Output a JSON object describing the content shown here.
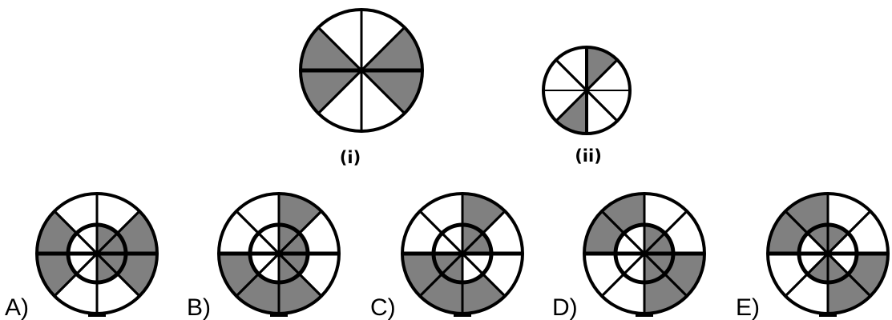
{
  "figures": [
    {
      "id": "i",
      "label": "(i)",
      "cross_line": "horizontal",
      "shaded_sectors": [
        1,
        2,
        5,
        6
      ]
    },
    {
      "id": "ii",
      "label": "(ii)",
      "cross_line": "vertical",
      "shaded_sectors": [
        0,
        4
      ]
    }
  ],
  "options": [
    {
      "id": "A",
      "label": "A)",
      "outer_shaded": [
        1,
        2,
        5,
        6
      ],
      "inner_shaded": [
        0,
        1,
        2,
        3
      ]
    },
    {
      "id": "B",
      "label": "B)",
      "outer_shaded": [
        0,
        3,
        4,
        5
      ],
      "inner_shaded": [
        0,
        1,
        2,
        3
      ]
    },
    {
      "id": "C",
      "label": "C)",
      "outer_shaded": [
        0,
        3,
        4,
        5
      ],
      "inner_shaded": [
        0,
        1,
        4,
        5
      ]
    },
    {
      "id": "D",
      "label": "D)",
      "outer_shaded": [
        2,
        3,
        6,
        7
      ],
      "inner_shaded": [
        0,
        1,
        2,
        3
      ]
    },
    {
      "id": "E",
      "label": "E)",
      "outer_shaded": [
        2,
        3,
        6,
        7
      ],
      "inner_shaded": [
        0,
        3,
        4,
        7
      ]
    }
  ],
  "colors": {
    "shade": "#808080",
    "line": "#000000",
    "background": "#ffffff"
  }
}
